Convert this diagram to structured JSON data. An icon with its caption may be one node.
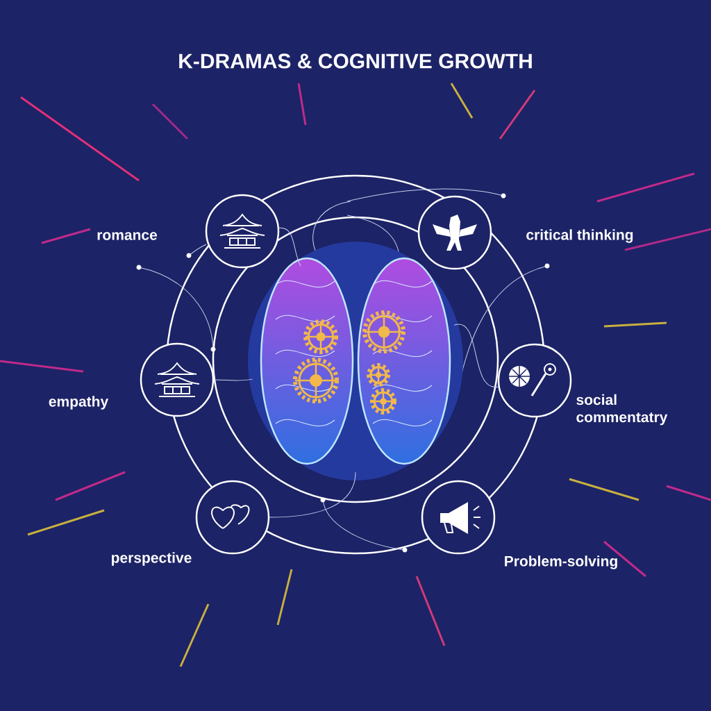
{
  "diagram": {
    "title": "K-DRAMAS & COGNITIVE GROWTH",
    "nodes": [
      {
        "text": [],
        "shape": "circle",
        "beside": [
          "romance"
        ]
      },
      {
        "text": [],
        "shape": "circle",
        "beside": [
          "critical thinking"
        ]
      },
      {
        "text": [],
        "shape": "picture"
      },
      {
        "text": [],
        "shape": "circle",
        "beside": [
          "empathy"
        ]
      },
      {
        "text": [],
        "shape": "circle",
        "beside": [
          "social commentatry"
        ]
      },
      {
        "text": [],
        "shape": "circle",
        "beside": [
          "perspective"
        ]
      },
      {
        "text": [],
        "shape": "circle",
        "beside": [
          "Problem-solving"
        ]
      }
    ],
    "edges": [
      {
        "from": 0,
        "to": 2,
        "arrow": "none"
      },
      {
        "from": 3,
        "to": 2,
        "arrow": "none"
      },
      {
        "from": 4,
        "to": 2,
        "arrow": "none"
      },
      {
        "from": 5,
        "to": 2,
        "arrow": "none"
      }
    ]
  }
}
